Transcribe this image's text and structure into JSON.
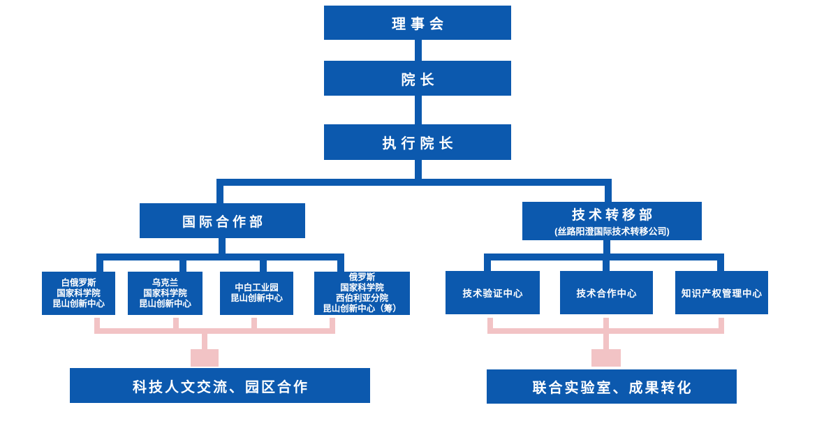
{
  "colors": {
    "primary_blue": "#0c59ae",
    "connector_pink": "#f2c3c5",
    "text_white": "#ffffff",
    "background": "#ffffff"
  },
  "org": {
    "top_chain": {
      "board": "理事会",
      "president": "院长",
      "executive_president": "执行院长"
    },
    "intl_dept": {
      "label": "国际合作部"
    },
    "tech_dept": {
      "label": "技术转移部",
      "subtitle": "(丝路阳澄国际技术转移公司)"
    },
    "intl_children": [
      {
        "lines": [
          "白俄罗斯",
          "国家科学院",
          "昆山创新中心"
        ]
      },
      {
        "lines": [
          "乌克兰",
          "国家科学院",
          "昆山创新中心"
        ]
      },
      {
        "lines": [
          "中白工业园",
          "昆山创新中心"
        ]
      },
      {
        "lines": [
          "俄罗斯",
          "国家科学院",
          "西伯利亚分院",
          "昆山创新中心（筹）"
        ]
      }
    ],
    "tech_children": [
      {
        "label": "技术验证中心"
      },
      {
        "label": "技术合作中心"
      },
      {
        "label": "知识产权管理中心"
      }
    ],
    "intl_outcome": "科技人文交流、园区合作",
    "tech_outcome": "联合实验室、成果转化"
  }
}
